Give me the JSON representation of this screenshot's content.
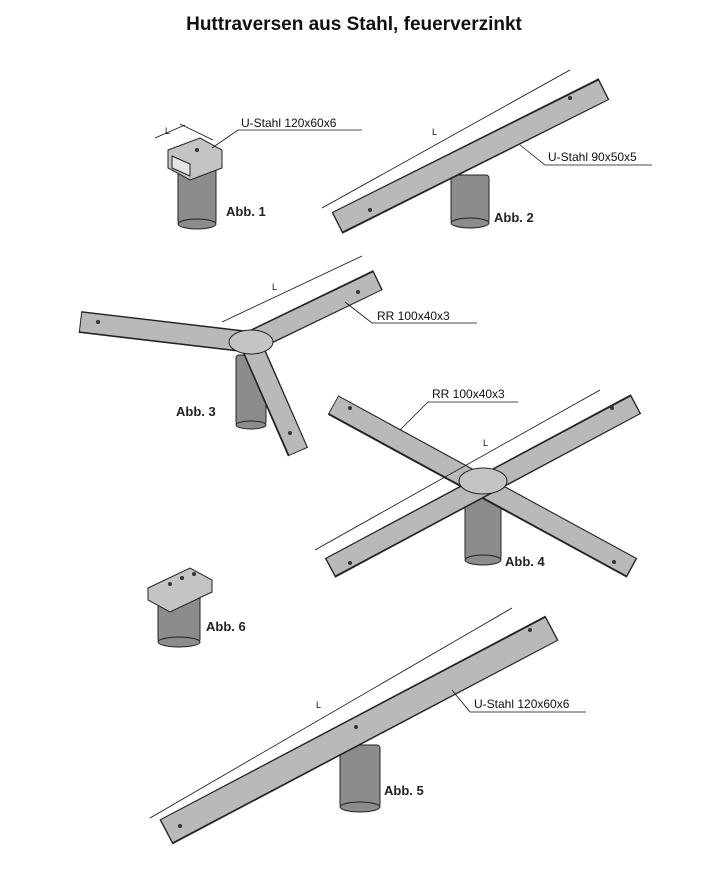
{
  "title": "Huttraversen aus Stahl, feuerverzinkt",
  "dimension_label": "L",
  "figures": [
    {
      "caption": "Abb. 1",
      "material": "U-Stahl 120x60x6"
    },
    {
      "caption": "Abb. 2",
      "material": "U-Stahl 90x50x5"
    },
    {
      "caption": "Abb. 3",
      "material": "RR 100x40x3"
    },
    {
      "caption": "Abb. 4",
      "material": "RR 100x40x3"
    },
    {
      "caption": "Abb. 5",
      "material": "U-Stahl 120x60x6"
    },
    {
      "caption": "Abb. 6",
      "material": ""
    }
  ]
}
